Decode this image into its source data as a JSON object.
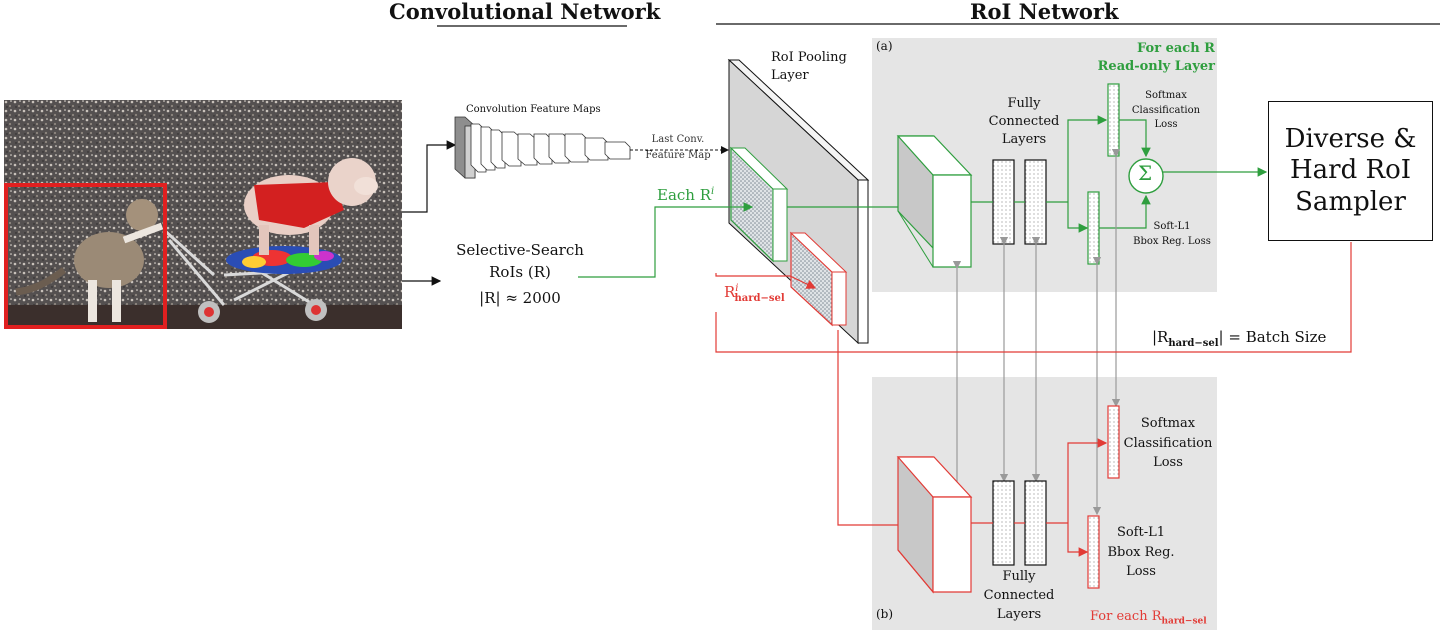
{
  "headers": {
    "conv": "Convolutional Network",
    "roi": "RoI Network"
  },
  "photo": {
    "alt": "cat pushing a toy stroller carrying a poodle"
  },
  "conv_maps": {
    "label": "Convolution Feature Maps",
    "last_conv": "Last Conv.",
    "feature_map": "Feature Map"
  },
  "selective_search": {
    "line1": "Selective-Search",
    "line2": "RoIs (R)",
    "line3": "|R| ≈ 2000"
  },
  "each_r": {
    "text": "Each R",
    "sup": "i"
  },
  "r_hard": {
    "text": "R",
    "sup": "i",
    "sub": "hard−sel"
  },
  "roi_pool": {
    "line1": "RoI Pooling",
    "line2": "Layer"
  },
  "panel_a": {
    "tag": "(a)",
    "for_each": "For each R",
    "read_only": "Read-only Layer",
    "fc_line1": "Fully",
    "fc_line2": "Connected",
    "fc_line3": "Layers",
    "softmax_line1": "Softmax",
    "softmax_line2": "Classification",
    "softmax_line3": "Loss",
    "softl1_line1": "Soft-L1",
    "softl1_line2": "Bbox Reg. Loss",
    "sum_symbol": "Σ"
  },
  "panel_b": {
    "tag": "(b)",
    "for_each": "For each R",
    "for_each_sub": "hard−sel",
    "fc_line1": "Fully",
    "fc_line2": "Connected",
    "fc_line3": "Layers",
    "softmax_line1": "Softmax",
    "softmax_line2": "Classification",
    "softmax_line3": "Loss",
    "softl1_line1": "Soft-L1",
    "softl1_line2": "Bbox Reg.",
    "softl1_line3": "Loss"
  },
  "sampler": {
    "line1": "Diverse &",
    "line2": "Hard RoI",
    "line3": "Sampler"
  },
  "batch": {
    "r": "|R",
    "sub": "hard−sel",
    "rest": "| = Batch Size"
  },
  "colors": {
    "green": "#2e9e3e",
    "red": "#e23b36",
    "panel_gray": "#e5e5e5"
  }
}
